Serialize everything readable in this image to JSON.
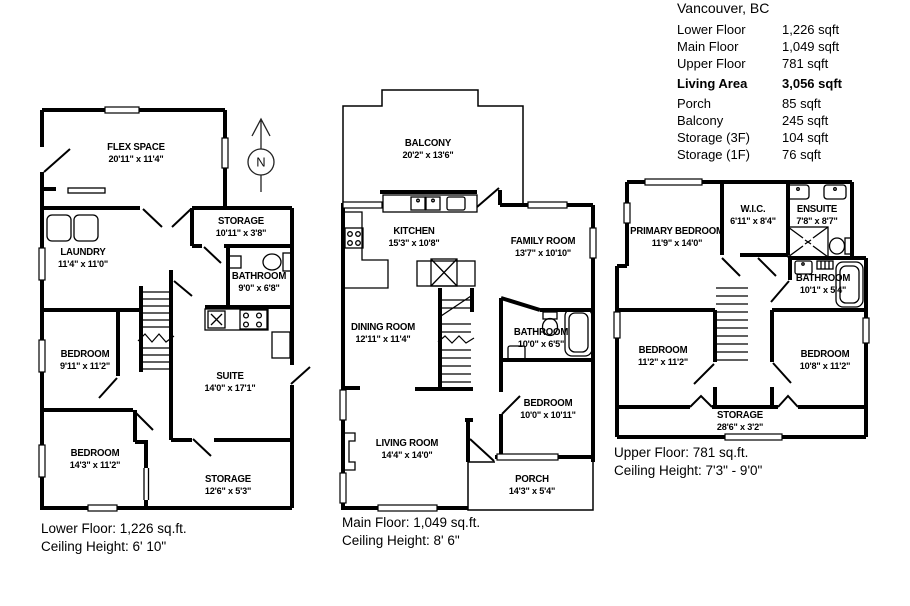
{
  "header": {
    "location": "Vancouver, BC"
  },
  "area_table": {
    "rows": [
      {
        "label": "Lower Floor",
        "value": "1,226 sqft"
      },
      {
        "label": "Main Floor",
        "value": "1,049 sqft"
      },
      {
        "label": "Upper Floor",
        "value": "781 sqft"
      },
      {
        "label": "Living Area",
        "value": "3,056 sqft"
      },
      {
        "label": "Porch",
        "value": "85 sqft"
      },
      {
        "label": "Balcony",
        "value": "245 sqft"
      },
      {
        "label": "Storage (3F)",
        "value": "104 sqft"
      },
      {
        "label": "Storage (1F)",
        "value": "76 sqft"
      }
    ]
  },
  "compass": {
    "north_label": "N"
  },
  "floors": {
    "lower": {
      "rooms": {
        "flex_space": {
          "name": "FLEX SPACE",
          "dims": "20'11\" x 11'4\""
        },
        "storage": {
          "name": "STORAGE",
          "dims": "10'11\" x 3'8\""
        },
        "laundry": {
          "name": "LAUNDRY",
          "dims": "11'4\" x 11'0\""
        },
        "bathroom": {
          "name": "BATHROOM",
          "dims": "9'0\" x 6'8\""
        },
        "bedroom1": {
          "name": "BEDROOM",
          "dims": "9'11\" x 11'2\""
        },
        "suite": {
          "name": "SUITE",
          "dims": "14'0\" x 17'1\""
        },
        "bedroom2": {
          "name": "BEDROOM",
          "dims": "14'3\" x 11'2\""
        },
        "storage2": {
          "name": "STORAGE",
          "dims": "12'6\" x 5'3\""
        }
      },
      "caption_line1": "Lower Floor: 1,226 sq.ft.",
      "caption_line2": "Ceiling Height: 6' 10\""
    },
    "main": {
      "rooms": {
        "balcony": {
          "name": "BALCONY",
          "dims": "20'2\" x 13'6\""
        },
        "kitchen": {
          "name": "KITCHEN",
          "dims": "15'3\" x 10'8\""
        },
        "family_room": {
          "name": "FAMILY ROOM",
          "dims": "13'7\" x 10'10\""
        },
        "dining_room": {
          "name": "DINING ROOM",
          "dims": "12'11\" x 11'4\""
        },
        "bathroom": {
          "name": "BATHROOM",
          "dims": "10'0\" x 6'5\""
        },
        "bedroom": {
          "name": "BEDROOM",
          "dims": "10'0\" x 10'11\""
        },
        "living_room": {
          "name": "LIVING ROOM",
          "dims": "14'4\" x 14'0\""
        },
        "porch": {
          "name": "PORCH",
          "dims": "14'3\" x 5'4\""
        }
      },
      "caption_line1": "Main Floor: 1,049 sq.ft.",
      "caption_line2": "Ceiling Height: 8' 6\""
    },
    "upper": {
      "rooms": {
        "primary_bedroom": {
          "name": "PRIMARY BEDROOM",
          "dims": "11'9\" x 14'0\""
        },
        "wic": {
          "name": "W.I.C.",
          "dims": "6'11\" x 8'4\""
        },
        "ensuite": {
          "name": "ENSUITE",
          "dims": "7'8\" x 8'7\""
        },
        "bathroom": {
          "name": "BATHROOM",
          "dims": "10'1\" x 5'4\""
        },
        "bedroom1": {
          "name": "BEDROOM",
          "dims": "11'2\" x 11'2\""
        },
        "bedroom2": {
          "name": "BEDROOM",
          "dims": "10'8\" x 11'2\""
        },
        "storage": {
          "name": "STORAGE",
          "dims": "28'6\" x 3'2\""
        }
      },
      "caption_line1": "Upper Floor: 781 sq.ft.",
      "caption_line2": "Ceiling Height: 7'3\" - 9'0\""
    }
  },
  "colors": {
    "wall": "#000000",
    "background": "#ffffff"
  }
}
